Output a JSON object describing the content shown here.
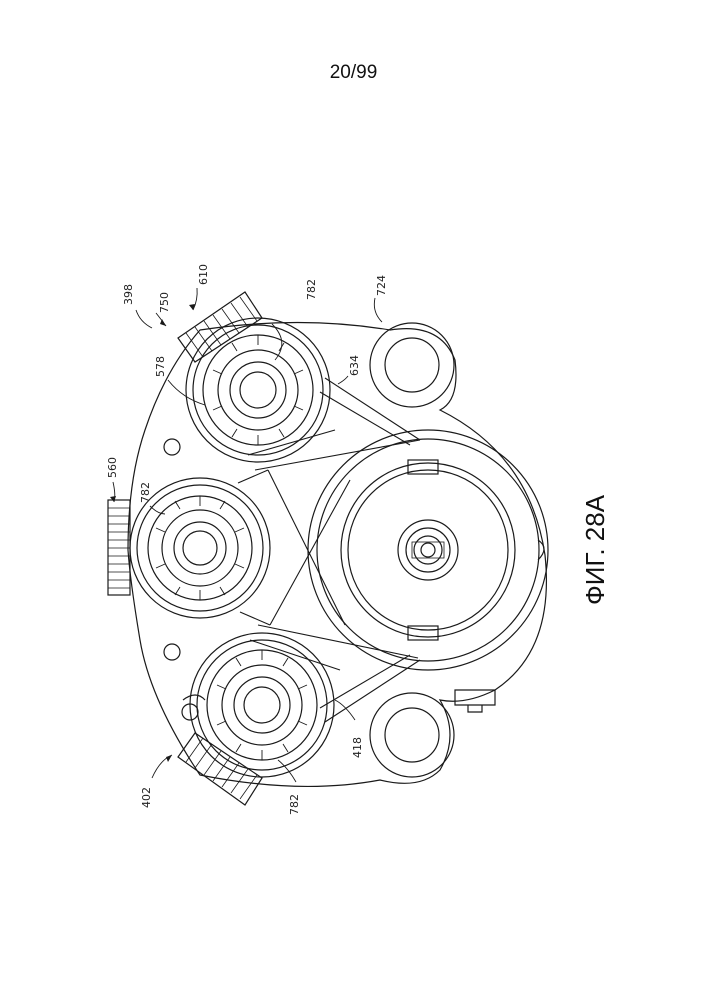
{
  "page": {
    "number": "20/99"
  },
  "figure": {
    "caption": "ФИГ. 28А",
    "labels": {
      "r398": "398",
      "r750": "750",
      "r610": "610",
      "r782_top": "782",
      "r724": "724",
      "r578": "578",
      "r634": "634",
      "r560": "560",
      "r782_mid": "782",
      "r418": "418",
      "r402": "402",
      "r782_bot": "782"
    }
  }
}
